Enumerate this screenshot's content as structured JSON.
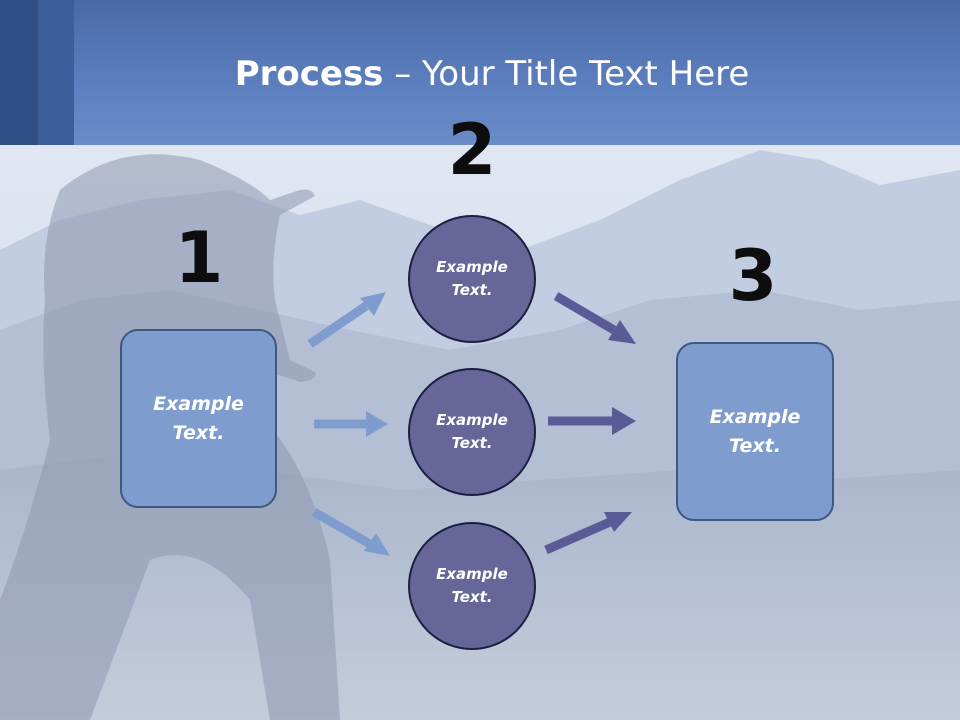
{
  "slide": {
    "title_bold": "Process",
    "title_rest": " – Your Title Text Here"
  },
  "steps": {
    "step1_number": "1",
    "step2_number": "2",
    "step3_number": "3"
  },
  "nodes": {
    "start_box": "Example\nText.",
    "circle_top": "Example\nText.",
    "circle_middle": "Example\nText.",
    "circle_bottom": "Example\nText.",
    "end_box": "Example\nText."
  },
  "colors": {
    "header": "#5c7fbf",
    "box_fill": "#7f9ccf",
    "circle_fill": "#676699",
    "arrow_light": "#7f9ccf",
    "arrow_dark": "#5a5a96"
  }
}
